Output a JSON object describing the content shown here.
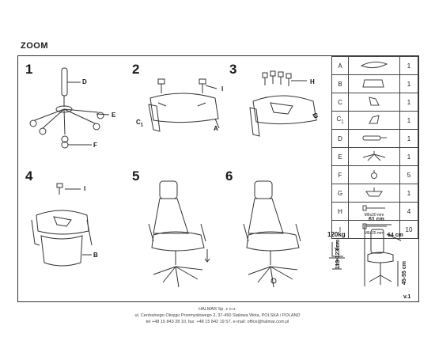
{
  "document": {
    "title": "ZOOM",
    "version": "v.1"
  },
  "steps": [
    {
      "number": "1",
      "labels": [
        "D",
        "E",
        "F"
      ]
    },
    {
      "number": "2",
      "labels": [
        "I",
        "C",
        "A"
      ]
    },
    {
      "number": "3",
      "labels": [
        "H",
        "G"
      ]
    },
    {
      "number": "4",
      "labels": [
        "I",
        "B"
      ]
    },
    {
      "number": "5"
    },
    {
      "number": "6"
    }
  ],
  "label_c_sub": "1",
  "parts": [
    {
      "letter": "A",
      "sub": "",
      "qty": "1",
      "icon": "seat-icon"
    },
    {
      "letter": "B",
      "sub": "",
      "qty": "1",
      "icon": "backrest-icon"
    },
    {
      "letter": "C",
      "sub": "",
      "qty": "1",
      "icon": "armrest-left-icon"
    },
    {
      "letter": "C",
      "sub": "1",
      "qty": "1",
      "icon": "armrest-right-icon"
    },
    {
      "letter": "D",
      "sub": "",
      "qty": "1",
      "icon": "gas-lift-icon"
    },
    {
      "letter": "E",
      "sub": "",
      "qty": "1",
      "icon": "star-base-icon"
    },
    {
      "letter": "F",
      "sub": "",
      "qty": "5",
      "icon": "caster-icon"
    },
    {
      "letter": "G",
      "sub": "",
      "qty": "1",
      "icon": "mechanism-icon"
    },
    {
      "letter": "H",
      "sub": "",
      "qty": "4",
      "icon": "bolt-icon",
      "size": "M6x20 mm"
    },
    {
      "letter": "I",
      "sub": "",
      "qty": "10",
      "icon": "bolt-icon",
      "size": "M6x25 mm"
    }
  ],
  "specs": {
    "max_load": "120kg",
    "width": "61 cm",
    "depth": "64 cm",
    "total_height": "113-123 cm",
    "seat_height": "45-55 cm"
  },
  "footer": {
    "company": "HALMAR Sp. z o.o.",
    "address": "ul. Centralnego Okręgu Przemysłowego 2, 37-450 Stalowa Wola, POLSKA / POLAND",
    "contact": "tel +48 15 843 28 10, fax: +48 15 842 19 57, e-mail: office@halmar.com.pl"
  }
}
